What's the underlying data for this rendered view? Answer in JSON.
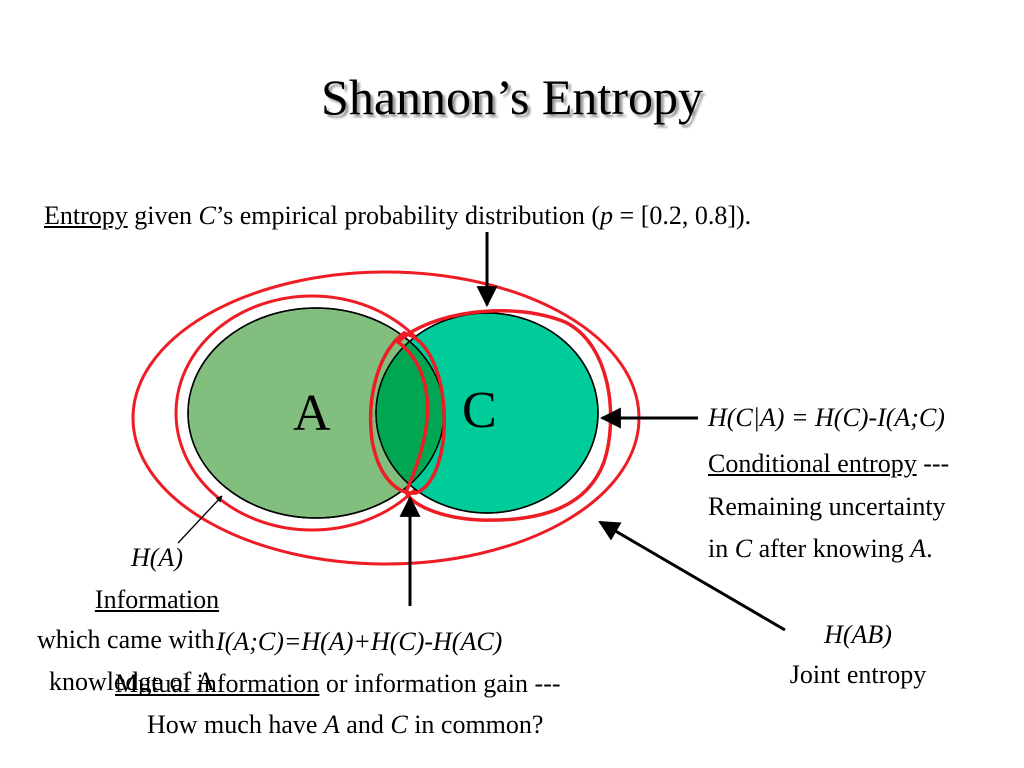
{
  "title": "Shannon’s Entropy",
  "top_caption": {
    "underlined": "Entropy",
    "part1": " given ",
    "var_c": "C",
    "part2": "’s empirical probability distribution (",
    "var_p": "p",
    "part3": " = [0.2, 0.8])."
  },
  "venn": {
    "label_a": "A",
    "label_c": "C",
    "colors": {
      "circle_a": "#82bf7e",
      "circle_c": "#00cc99",
      "overlap": "#00a651",
      "outline_red": "#ee1c24"
    }
  },
  "conditional": {
    "formula": "H(C|A) = H(C)-I(A;C)",
    "term": "Conditional entropy",
    "dashes": " ---",
    "line2": "Remaining uncertainty",
    "line3_pre": "in ",
    "line3_c": "C",
    "line3_mid": " after knowing ",
    "line3_a": "A",
    "line3_end": "."
  },
  "info_a": {
    "formula": "H(A)",
    "term": "Information",
    "line2": "which came with",
    "line3": "knowledge of A"
  },
  "mutual": {
    "formula": "I(A;C)=H(A)+H(C)-H(AC)",
    "term": "Mutual information",
    "rest": " or information gain ---",
    "line3_pre": "How much have ",
    "line3_a": "A",
    "line3_mid": " and ",
    "line3_c": "C",
    "line3_end": " in common?"
  },
  "joint": {
    "formula": "H(AB)",
    "term": "Joint entropy"
  }
}
